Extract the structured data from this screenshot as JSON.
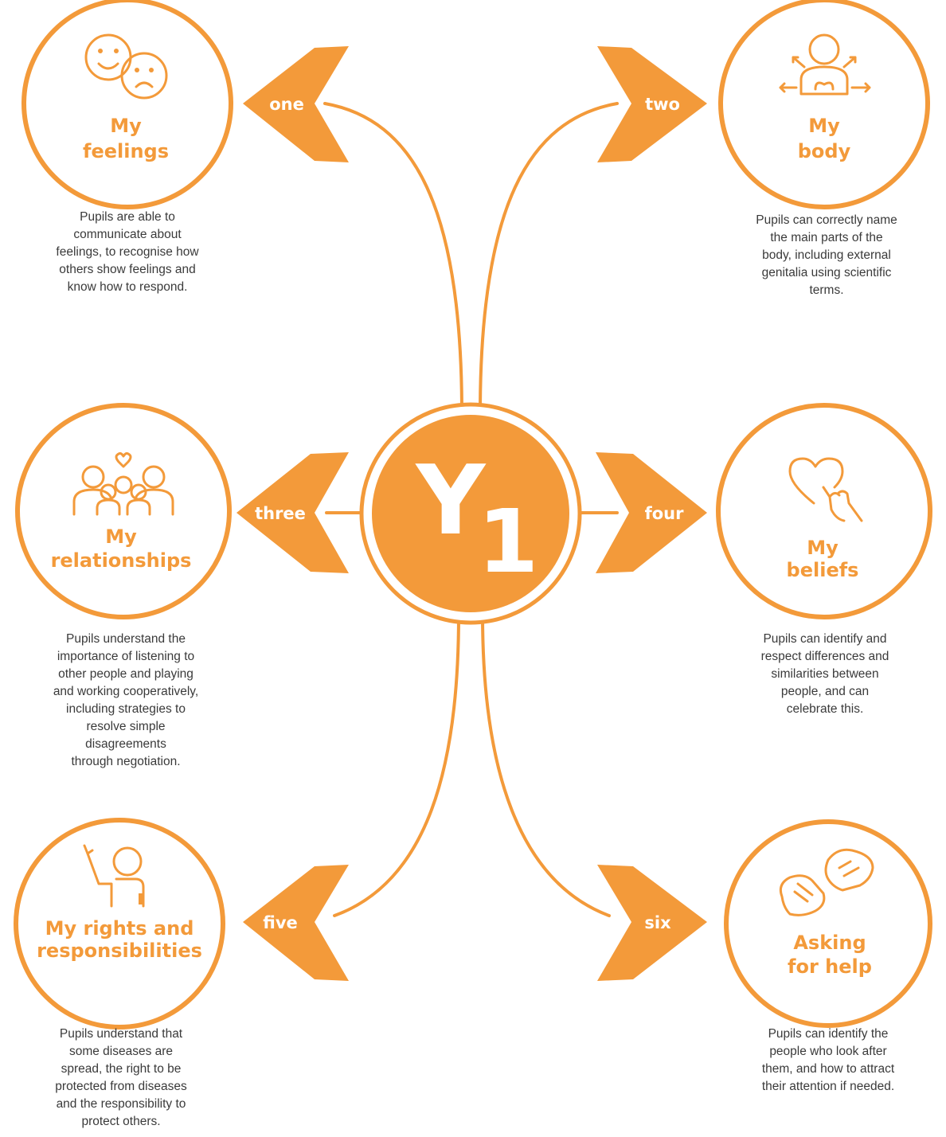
{
  "hub": {
    "letter": "Y",
    "number": "1"
  },
  "colors": {
    "accent": "#f39a3a",
    "text": "#3a3a3a",
    "background": "#ffffff"
  },
  "topics": [
    {
      "number": "one",
      "title": [
        "My",
        "feelings"
      ],
      "icon": "happy-sad-faces-icon",
      "description": "Pupils are able to\ncommunicate about\nfeelings, to recognise how\nothers show feelings and\nknow how to respond."
    },
    {
      "number": "two",
      "title": [
        "My",
        "body"
      ],
      "icon": "body-awareness-icon",
      "description": "Pupils can correctly name\nthe main parts of the\nbody, including external\ngenitalia using scientific\nterms."
    },
    {
      "number": "three",
      "title": [
        "My",
        "relationships"
      ],
      "icon": "family-group-icon",
      "description": "Pupils understand the\nimportance of listening to\nother people and playing\nand working cooperatively,\nincluding strategies to\nresolve simple\ndisagreements\nthrough negotiation."
    },
    {
      "number": "four",
      "title": [
        "My",
        "beliefs"
      ],
      "icon": "heart-hand-icon",
      "description": "Pupils can identify and\nrespect differences and\nsimilarities between\npeople, and can\ncelebrate this."
    },
    {
      "number": "five",
      "title": [
        "My rights and",
        "responsibilities"
      ],
      "icon": "raised-hand-person-icon",
      "description": "Pupils understand that\nsome diseases are\nspread, the right to be\nprotected from diseases\nand the responsibility to\nprotect others."
    },
    {
      "number": "six",
      "title": [
        "Asking",
        "for help"
      ],
      "icon": "helping-hands-icon",
      "description": "Pupils can identify the\npeople who look after\nthem, and how to attract\ntheir attention if needed."
    }
  ]
}
